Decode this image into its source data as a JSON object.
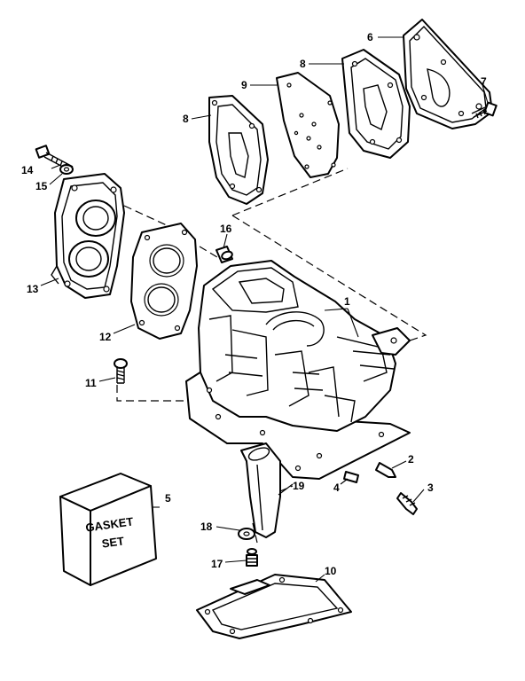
{
  "callouts": {
    "c1": "1",
    "c2": "2",
    "c3": "3",
    "c4": "4",
    "c5": "5",
    "c6": "6",
    "c7": "7",
    "c8a": "8",
    "c8b": "8",
    "c9": "9",
    "c10": "10",
    "c11": "11",
    "c12": "12",
    "c13": "13",
    "c14": "14",
    "c15": "15",
    "c16": "16",
    "c17": "17",
    "c18": "18",
    "c19": "19"
  },
  "gasket_box": {
    "line1": "GASKET",
    "line2": "SET"
  }
}
